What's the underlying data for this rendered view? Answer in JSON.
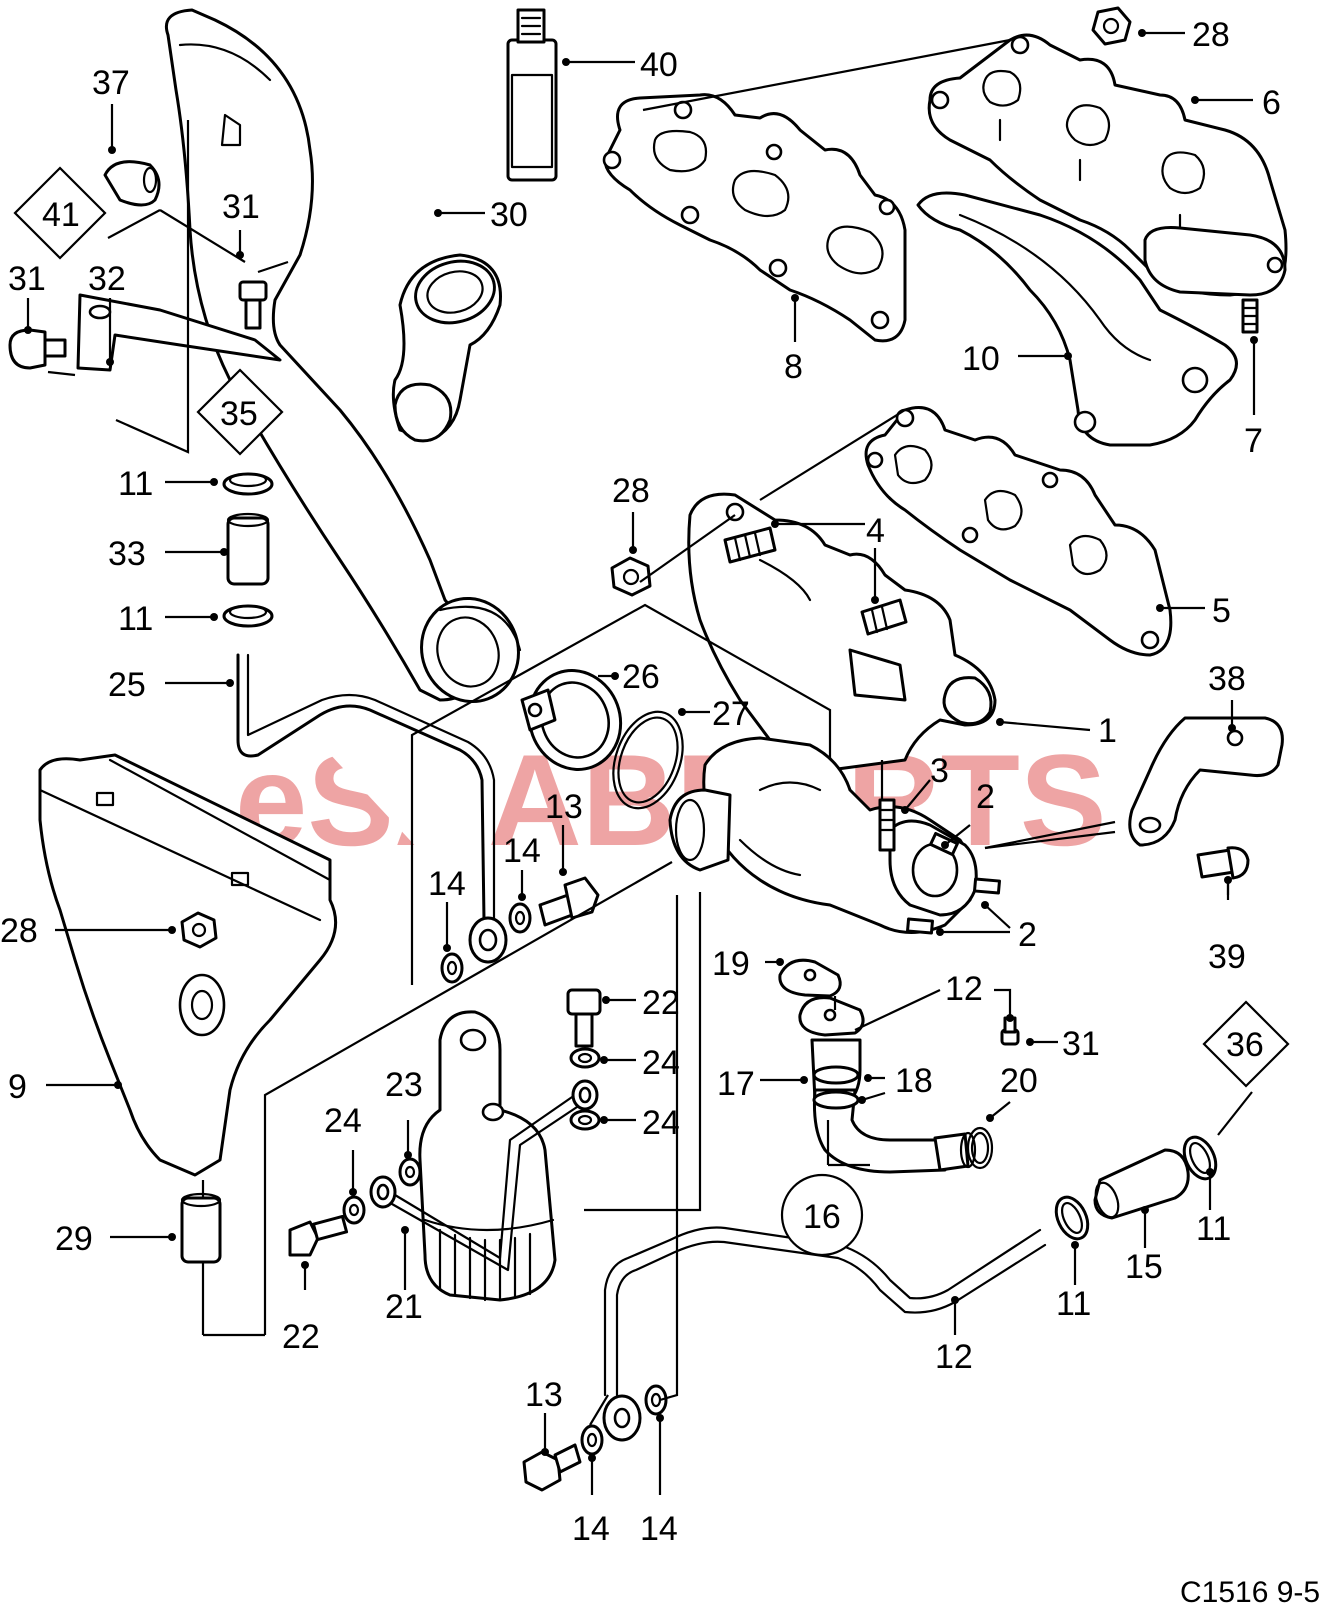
{
  "watermark": "eSAABPARTS",
  "diagram_code": "C1516 9-5",
  "callouts": {
    "n1": "1",
    "n2a": "2",
    "n2b": "2",
    "n3": "3",
    "n4": "4",
    "n5": "5",
    "n6": "6",
    "n7": "7",
    "n8": "8",
    "n9": "9",
    "n10": "10",
    "n11a": "11",
    "n11b": "11",
    "n11c": "11",
    "n11d": "11",
    "n12a": "12",
    "n12b": "12",
    "n13a": "13",
    "n13b": "13",
    "n14a": "14",
    "n14b": "14",
    "n14c": "14",
    "n14d": "14",
    "n15": "15",
    "n16": "16",
    "n17": "17",
    "n18": "18",
    "n19": "19",
    "n20": "20",
    "n21": "21",
    "n22a": "22",
    "n22b": "22",
    "n23": "23",
    "n24a": "24",
    "n24b": "24",
    "n24c": "24",
    "n25": "25",
    "n26": "26",
    "n27": "27",
    "n28a": "28",
    "n28b": "28",
    "n28c": "28",
    "n29": "29",
    "n30": "30",
    "n31a": "31",
    "n31b": "31",
    "n31c": "31",
    "n32": "32",
    "n33": "33",
    "n35": "35",
    "n36": "36",
    "n37": "37",
    "n38": "38",
    "n39": "39",
    "n40": "40",
    "n41": "41"
  }
}
